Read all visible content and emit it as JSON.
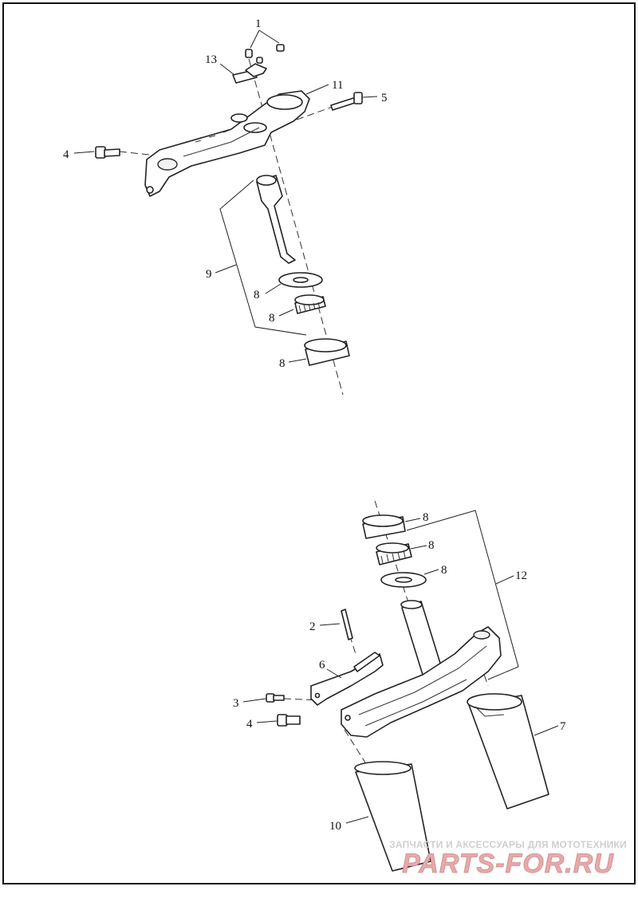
{
  "callouts": {
    "c1": "1",
    "c13": "13",
    "c11": "11",
    "c5": "5",
    "c4_top": "4",
    "c9": "9",
    "c8_a": "8",
    "c8_b": "8",
    "c8_c": "8",
    "c8_d": "8",
    "c8_e": "8",
    "c8_f": "8",
    "c12": "12",
    "c2": "2",
    "c6": "6",
    "c3": "3",
    "c4_bottom": "4",
    "c7": "7",
    "c10": "10"
  },
  "watermark": {
    "tagline": "ЗАПЧАСТИ И АКСЕССУАРЫ ДЛЯ МОТОТЕХНИКИ",
    "logo_text": "PARTS-FOR.RU",
    "color": "#e9a9a9"
  }
}
